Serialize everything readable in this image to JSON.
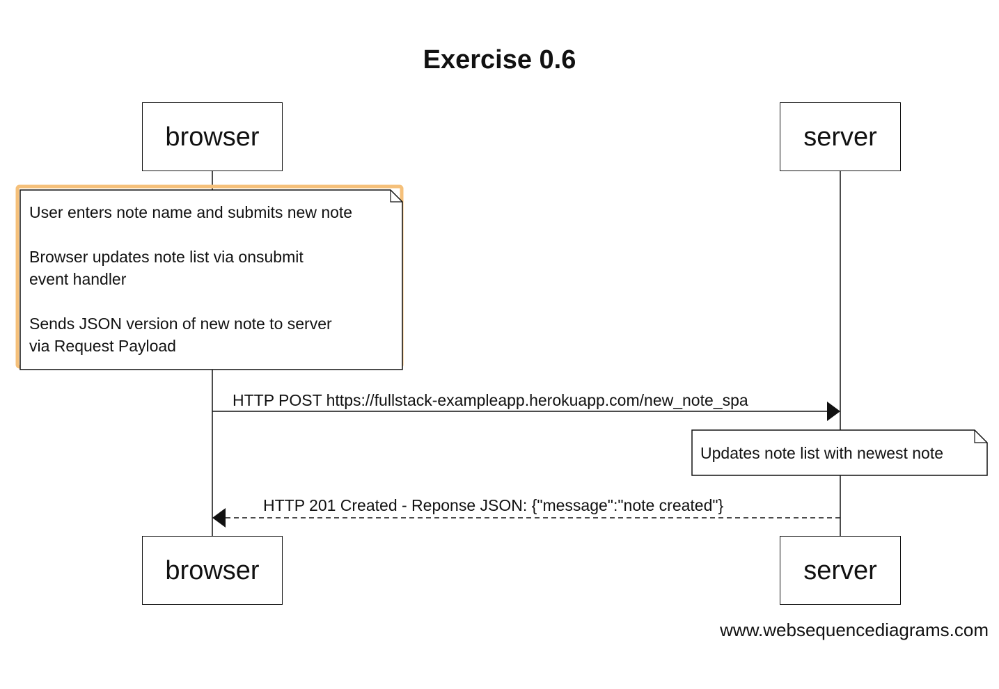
{
  "title": "Exercise 0.6",
  "actors": {
    "browser": "browser",
    "server": "server"
  },
  "notes": {
    "browser_note": "User enters note name and submits new note\n\nBrowser updates note list via onsubmit\nevent handler\n\nSends JSON version of new note to server\nvia Request Payload",
    "server_note": "Updates note list with newest note"
  },
  "messages": {
    "post": "HTTP POST https://fullstack-exampleapp.herokuapp.com/new_note_spa",
    "response": "HTTP 201 Created - Reponse JSON: {\"message\":\"note created\"}"
  },
  "watermark": "www.websequencediagrams.com",
  "colors": {
    "line": "#111111",
    "highlight": "#f5c07a"
  }
}
